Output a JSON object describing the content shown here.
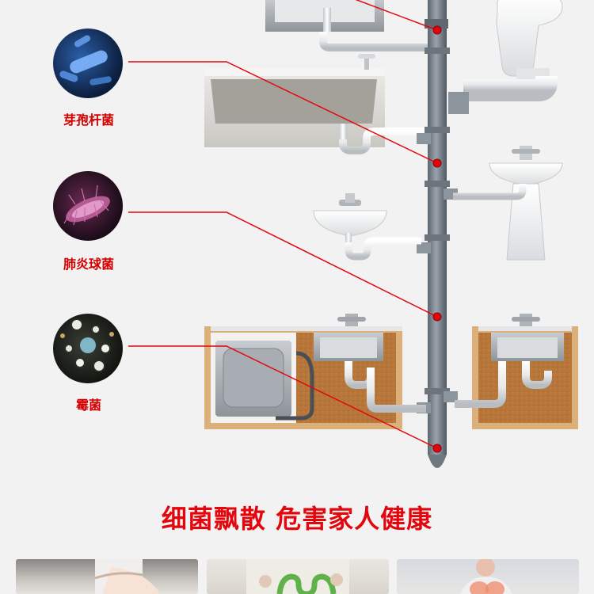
{
  "bacteria": [
    {
      "label": "芽孢杆菌",
      "icon": "bacillus-icon"
    },
    {
      "label": "肺炎球菌",
      "icon": "pneumococcus-icon"
    },
    {
      "label": "霉菌",
      "icon": "mold-icon"
    }
  ],
  "headline": "细菌飘散 危害家人健康",
  "colors": {
    "accent_red": "#e3070d",
    "pipe_gray": "#7e8791",
    "wall": "#f2f2f2",
    "cabinet_wood": "#b8783a"
  }
}
